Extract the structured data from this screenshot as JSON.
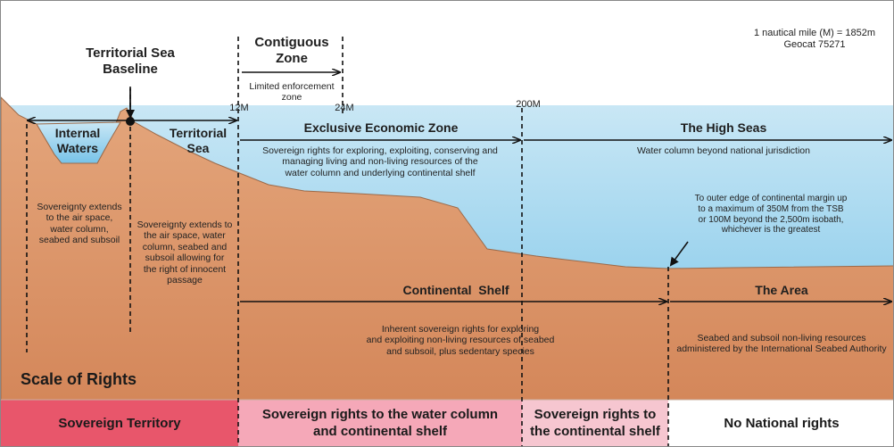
{
  "note": {
    "line1": "1 nautical mile (M) = 1852m",
    "line2": "Geocat 75271"
  },
  "baseline": {
    "title_line1": "Territorial Sea",
    "title_line2": "Baseline"
  },
  "contiguous": {
    "title_line1": "Contiguous",
    "title_line2": "Zone",
    "sub_line1": "Limited enforcement",
    "sub_line2": "zone"
  },
  "markers": {
    "m12": "12M",
    "m24": "24M",
    "m200": "200M"
  },
  "internal_waters": {
    "title_line1": "Internal",
    "title_line2": "Waters",
    "desc": [
      "Sovereignty extends",
      "to the air space,",
      "water column,",
      "seabed and subsoil"
    ]
  },
  "territorial_sea": {
    "title_line1": "Territorial",
    "title_line2": "Sea",
    "desc": [
      "Sovereignty extends to",
      "the air space, water",
      "column, seabed and",
      "subsoil allowing for",
      "the right of innocent",
      "passage"
    ]
  },
  "eez": {
    "title": "Exclusive Economic Zone",
    "desc": [
      "Sovereign rights for exploring, exploiting, conserving and",
      "managing living and non-living resources of the",
      "water column and underlying continental shelf"
    ]
  },
  "high_seas": {
    "title": "The High Seas",
    "desc": "Water column beyond national jurisdiction"
  },
  "margin_note": [
    "To outer edge of continental margin up",
    "to  a maximum of 350M from the TSB",
    "or 100M beyond the 2,500m isobath,",
    "whichever is the greatest"
  ],
  "shelf": {
    "title": "Continental  Shelf",
    "desc": [
      "Inherent sovereign rights for exploring",
      "and exploiting non-living resources of seabed",
      "and subsoil,  plus sedentary species"
    ]
  },
  "area": {
    "title": "The Area",
    "desc": [
      "Seabed and subsoil non-living resources",
      "administered by the International Seabed Authority"
    ]
  },
  "scale_of_rights": "Scale of Rights",
  "bands": {
    "sovereign_territory": "Sovereign Territory",
    "water_and_shelf_line1": "Sovereign rights to the water column",
    "water_and_shelf_line2": "and continental shelf",
    "shelf_only_line1": "Sovereign rights to",
    "shelf_only_line2": "the continental shelf",
    "none": "No National rights"
  },
  "colors": {
    "sea_top": "#c9e7f5",
    "sea_bottom": "#77c3e8",
    "land_top": "#e4a67c",
    "land_bottom": "#d4875a",
    "band_sovereign": "#e8566b",
    "band_water_shelf": "#f5a8b8",
    "band_shelf": "#f6c6d0",
    "band_none": "#ffffff"
  }
}
